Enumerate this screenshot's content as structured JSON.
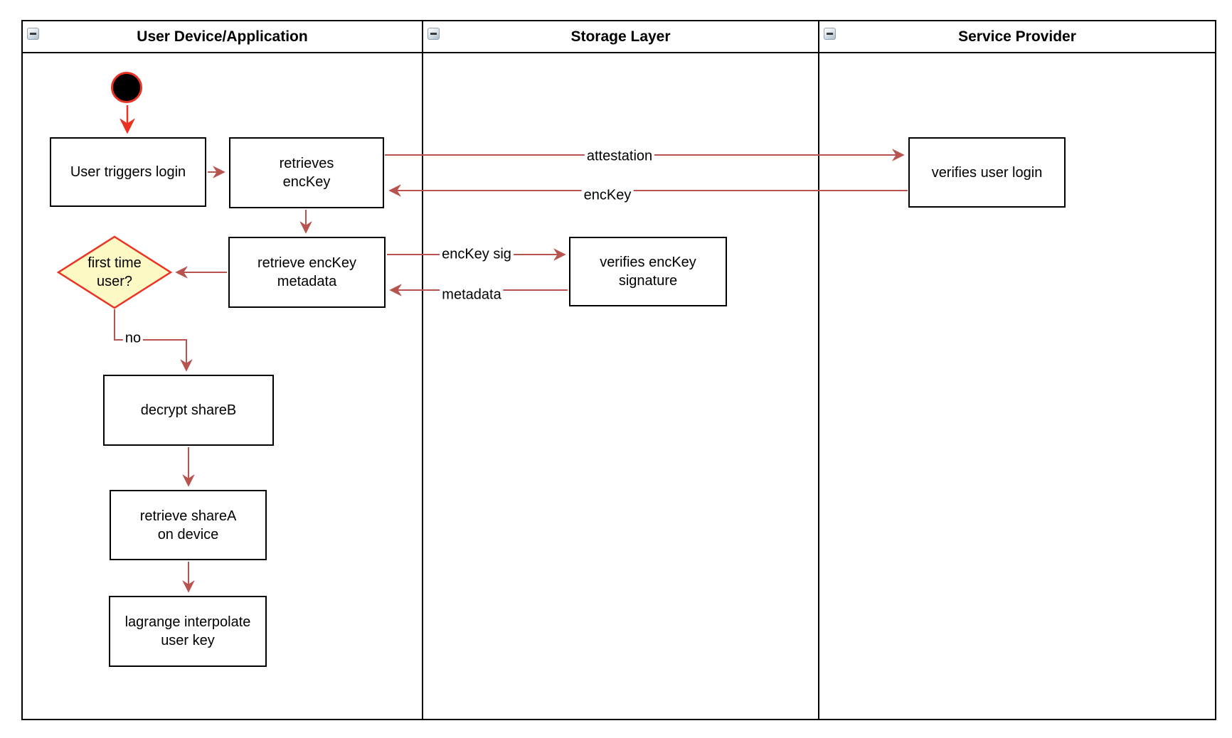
{
  "diagram": {
    "type": "swimlane-activity-diagram",
    "lanes": [
      {
        "title": "User Device/Application"
      },
      {
        "title": "Storage Layer"
      },
      {
        "title": "Service Provider"
      }
    ],
    "nodes": {
      "start": "start-state",
      "user_triggers_login": "User triggers login",
      "retrieves_enckey": "retrieves\nencKey",
      "verifies_user_login": "verifies user login",
      "retrieve_enckey_metadata": "retrieve encKey\nmetadata",
      "verifies_enckey_signature": "verifies encKey\nsignature",
      "first_time_user": "first time\nuser?",
      "decrypt_shareb": "decrypt shareB",
      "retrieve_sharea": "retrieve shareA\non device",
      "lagrange_interpolate": "lagrange interpolate\nuser key"
    },
    "edge_labels": {
      "attestation": "attestation",
      "enckey": "encKey",
      "enckey_sig": "encKey sig",
      "metadata": "metadata",
      "no": "no"
    },
    "colors": {
      "connector": "#b85450",
      "accent_red": "#ea3323",
      "decision_fill": "#fcf9c5",
      "node_fill": "#ffffff",
      "node_border": "#000000",
      "collapse_icon_bg": "#c3d2dd"
    }
  }
}
